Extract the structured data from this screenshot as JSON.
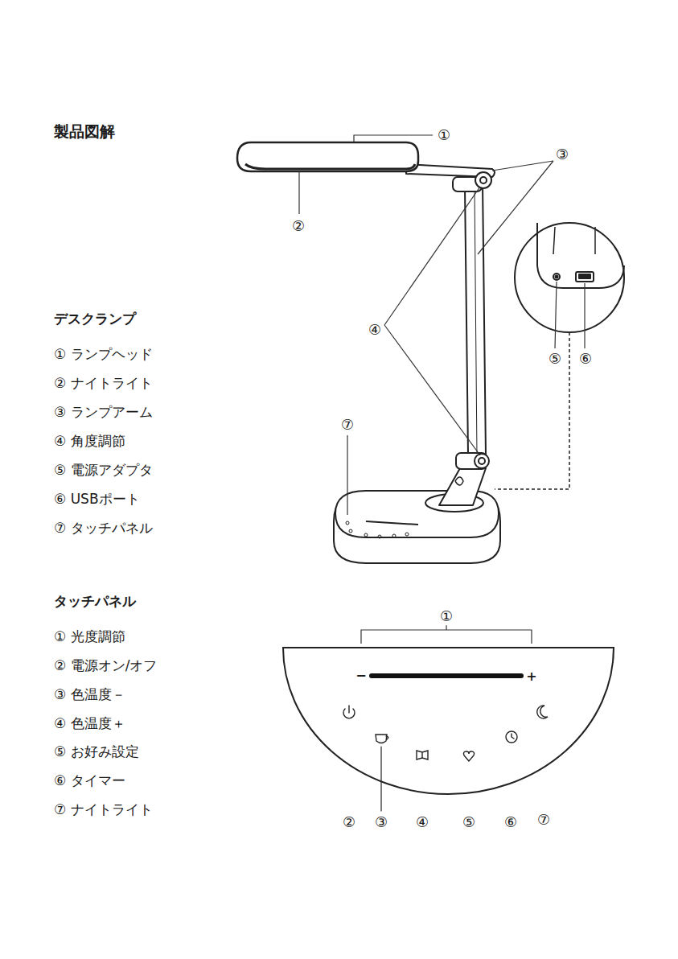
{
  "diagram": {
    "title": "製品図解",
    "labels": [
      "デスクランプ",
      "① ランプヘッド",
      "② ナイトライト",
      "③ ランプアーム",
      "④ 角度調節",
      "⑤ 電源アダプタ",
      "⑥ USBポート",
      "⑦ タッチパネル",
      "タッチパネル",
      "① 光度調節",
      "② 電源オン/オフ",
      "③ 色温度－",
      "④ 色温度＋",
      "⑤ お好み設定",
      "⑥ タイマー",
      "⑦ ナイトライト",
      "①",
      "③",
      "②",
      "④",
      "⑦",
      "⑤",
      "⑥",
      "①",
      "−",
      "+",
      "②",
      "③",
      "④",
      "⑤",
      "⑥",
      "⑦"
    ]
  }
}
